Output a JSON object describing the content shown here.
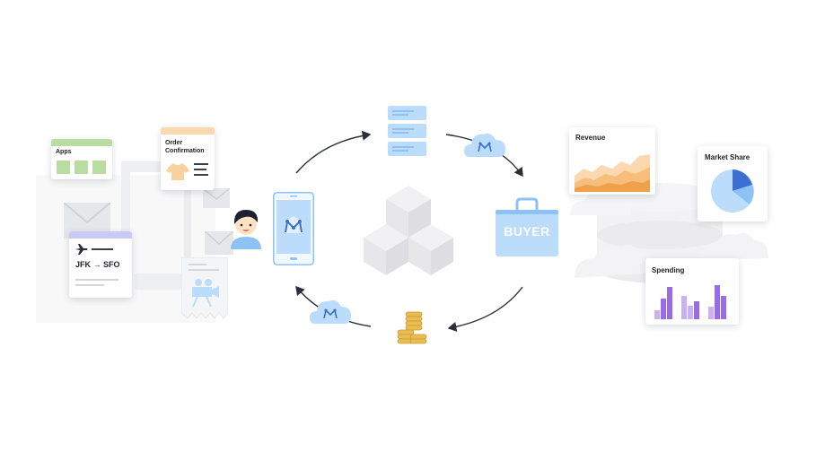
{
  "left": {
    "apps_card": {
      "title": "Apps"
    },
    "order_card": {
      "title_line1": "Order",
      "title_line2": "Confirmation"
    },
    "flight_card": {
      "route_from": "JFK",
      "route_arrow": "→",
      "route_to": "SFO"
    }
  },
  "center": {
    "briefcase_label": "BUYER"
  },
  "right": {
    "revenue_card": {
      "title": "Revenue"
    },
    "market_share_card": {
      "title": "Market Share"
    },
    "spending_card": {
      "title": "Spending"
    }
  },
  "colors": {
    "blue_light": "#bcdcfb",
    "blue_mid": "#8ec2f3",
    "blue_dark": "#3b6fd1",
    "green_app": "#b9dca0",
    "orange_header": "#fbd8ae",
    "purple": "#9a6be8",
    "purple_light": "#c9b1f3",
    "gold": "#e8be53"
  }
}
